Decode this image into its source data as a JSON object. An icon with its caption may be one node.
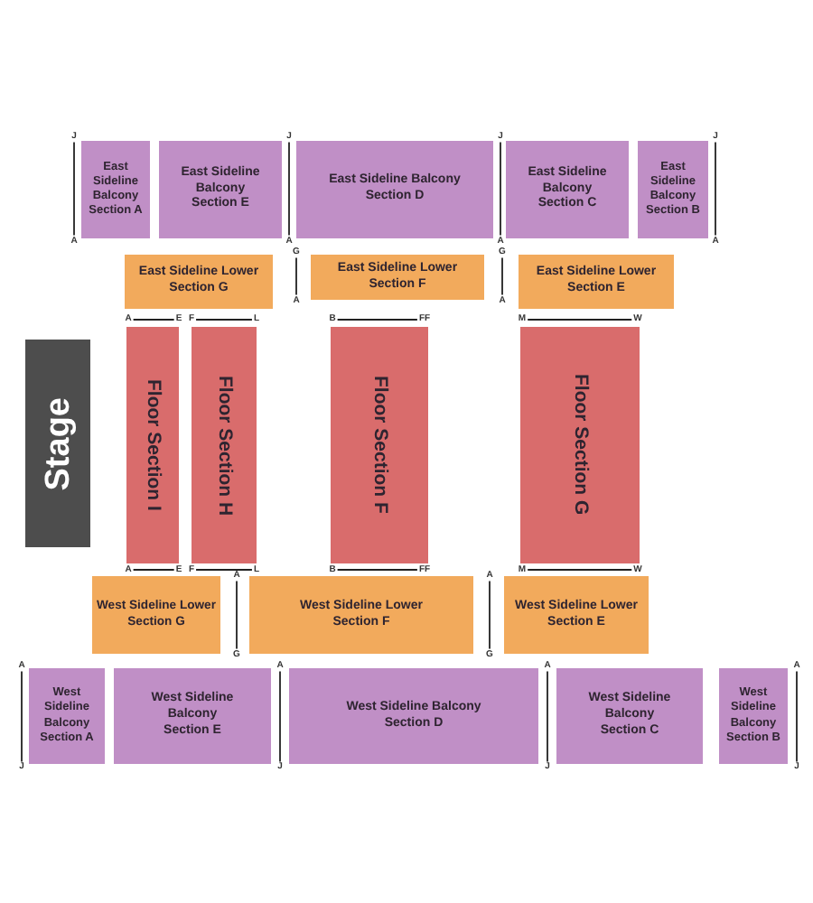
{
  "diagram": {
    "nodes": [
      {
        "text": [
          "East Sideline Balcony Section A"
        ]
      },
      {
        "text": [
          "East Sideline Balcony Section E"
        ]
      },
      {
        "text": [
          "East Sideline Balcony Section D"
        ]
      },
      {
        "text": [
          "East Sideline Balcony Section C"
        ]
      },
      {
        "text": [
          "East Sideline Balcony Section B"
        ]
      },
      {
        "text": [
          "East Sideline Lower Section G"
        ]
      },
      {
        "text": [
          "East Sideline Lower Section F"
        ]
      },
      {
        "text": [
          "East Sideline Lower Section E"
        ]
      },
      {
        "text": [
          "Stage"
        ]
      },
      {
        "text": [
          "Floor Section I"
        ]
      },
      {
        "text": [
          "Floor Section H"
        ]
      },
      {
        "text": [
          "Floor Section F"
        ]
      },
      {
        "text": [
          "Floor Section G"
        ]
      },
      {
        "text": [
          "West Sideline Lower Section G"
        ]
      },
      {
        "text": [
          "West Sideline Lower Section F"
        ]
      },
      {
        "text": [
          "West Sideline Lower Section E"
        ]
      },
      {
        "text": [
          "West Sideline Balcony Section A"
        ]
      },
      {
        "text": [
          "West Sideline Balcony Section E"
        ]
      },
      {
        "text": [
          "West Sideline Balcony Section D"
        ]
      },
      {
        "text": [
          "West Sideline Balcony Section C"
        ]
      },
      {
        "text": [
          "West Sideline Balcony Section B"
        ]
      }
    ],
    "labels": [
      "J",
      "A",
      "J",
      "A",
      "J",
      "A",
      "J",
      "A",
      "G",
      "A",
      "G",
      "A",
      "A",
      "E",
      "F",
      "L",
      "B",
      "FF",
      "M",
      "W",
      "A",
      "E",
      "F",
      "L",
      "B",
      "FF",
      "M",
      "W",
      "A",
      "G",
      "A",
      "G",
      "A",
      "J",
      "A",
      "J",
      "A",
      "J",
      "A",
      "J"
    ]
  }
}
